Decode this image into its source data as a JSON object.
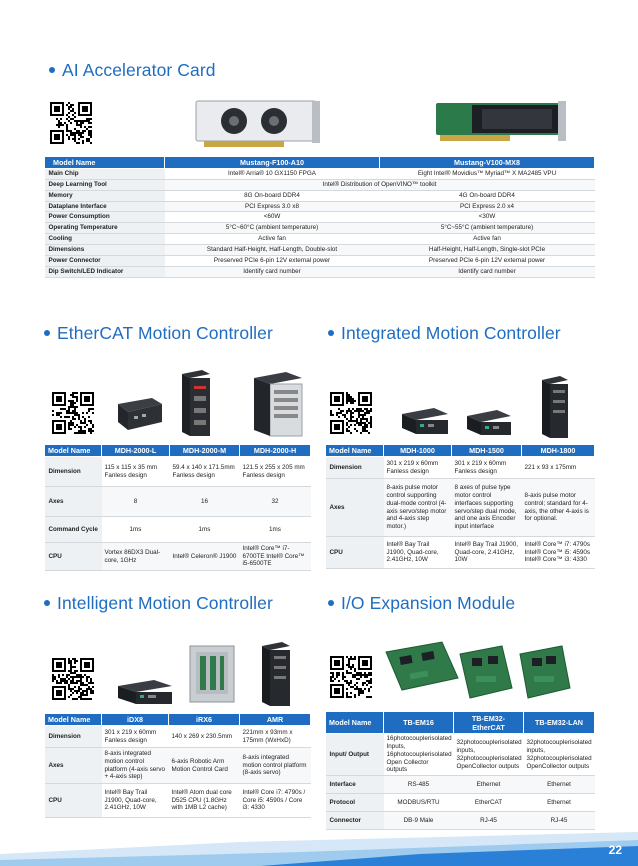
{
  "sections": {
    "ai": {
      "title": "AI Accelerator Card",
      "headers": [
        "Model Name",
        "Mustang-F100-A10",
        "Mustang-V100-MX8"
      ],
      "rows": [
        {
          "label": "Main Chip",
          "a": "Intel® Arria® 10 GX1150 FPGA",
          "b": "Eight Intel® Movidius™ Myriad™ X MA2485 VPU"
        },
        {
          "label": "Deep Learning Tool",
          "span": "Intel® Distribution of OpenVINO™ toolkit"
        },
        {
          "label": "Memory",
          "a": "8G On-board DDR4",
          "b": "4G On-board DDR4"
        },
        {
          "label": "Dataplane Interface",
          "a": "PCI Express 3.0 x8",
          "b": "PCI Express 2.0 x4"
        },
        {
          "label": "Power Consumption",
          "a": "<60W",
          "b": "<30W"
        },
        {
          "label": "Operating Temperature",
          "a": "5°C~60°C (ambient temperature)",
          "b": "5°C~55°C (ambient temperature)"
        },
        {
          "label": "Cooling",
          "a": "Active fan",
          "b": "Active fan"
        },
        {
          "label": "Dimensions",
          "a": "Standard Half-Height, Half-Length, Double-slot",
          "b": "Half-Height, Half-Length, Single-slot PCIe"
        },
        {
          "label": "Power Connector",
          "a": "Preserved PCIe 6-pin 12V external power",
          "b": "Preserved PCIe 6-pin 12V external power"
        },
        {
          "label": "Dip Switch/LED Indicator",
          "a": "Identify card number",
          "b": "Identify card number"
        }
      ]
    },
    "ethercat": {
      "title": "EtherCAT Motion Controller",
      "headers": [
        "Model Name",
        "MDH-2000-L",
        "MDH-2000-M",
        "MDH-2000-H"
      ],
      "rows": [
        {
          "label": "Dimension",
          "cells": [
            "115 x 115 x 35 mm Fanless design",
            "59.4 x 140 x 171.5mm Fanless design",
            "121.5 x 255 x 205 mm Fanless design"
          ]
        },
        {
          "label": "Axes",
          "cells": [
            "8",
            "16",
            "32"
          ]
        },
        {
          "label": "Command Cycle",
          "cells": [
            "1ms",
            "1ms",
            "1ms"
          ]
        },
        {
          "label": "CPU",
          "cells": [
            "Vortex 86DX3 Dual-core, 1GHz",
            "Intel® Celeron® J1900",
            "Intel® Core™ i7-6700TE Intel® Core™ i5-6500TE"
          ]
        }
      ]
    },
    "integrated": {
      "title": "Integrated Motion Controller",
      "headers": [
        "Model Name",
        "MDH-1000",
        "MDH-1500",
        "MDH-1800"
      ],
      "rows": [
        {
          "label": "Dimension",
          "cells": [
            "301 x 219 x 60mm Fanless design",
            "301 x 219 x 60mm Fanless design",
            "221 x 93 x 175mm"
          ]
        },
        {
          "label": "Axes",
          "cells": [
            "8-axis pulse motor control supporting dual-mode control (4-axis servo/step motor and 4-axis step motor.)",
            "8 axes of pulse type motor control interfaces supporting servo/step dual mode, and one axis Encoder input interface",
            "8-axis pulse motor control; standard for 4-axis, the other 4-axis is for optional."
          ]
        },
        {
          "label": "CPU",
          "cells": [
            "Intel® Bay Trail J1900, Quad-core, 2.41GHz, 10W",
            "Intel® Bay Trail J1900, Quad-core, 2.41GHz, 10W",
            "Intel® Core™ i7: 4790s Intel® Core™ i5: 4590s Intel® Core™ i3: 4330"
          ]
        }
      ]
    },
    "intelligent": {
      "title": "Intelligent Motion Controller",
      "headers": [
        "Model Name",
        "iDX8",
        "iRX6",
        "AMR"
      ],
      "rows": [
        {
          "label": "Dimension",
          "cells": [
            "301 x 219 x 60mm Fanless design",
            "140 x 269 x 230.5mm",
            "221mm x 93mm x 175mm (WxHxD)"
          ]
        },
        {
          "label": "Axes",
          "cells": [
            "8-axis integrated motion control platform (4-axis servo + 4-axis step)",
            "6-axis Robotic Arm Motion Control Card",
            "8-axis integrated motion control platform (8-axis servo)"
          ]
        },
        {
          "label": "CPU",
          "cells": [
            "Intel® Bay Trail J1900, Quad-core, 2.41GHz, 10W",
            "Intel® Atom dual core D525 CPU (1.8GHz with 1MB L2 cache)",
            "Intel® Core i7: 4790s / Core i5: 4590s / Core i3: 4330"
          ]
        }
      ]
    },
    "io": {
      "title": "I/O Expansion Module",
      "headers": [
        "Model Name",
        "TB-EM16",
        "TB-EM32-EtherCAT",
        "TB-EM32-LAN"
      ],
      "rows": [
        {
          "label": "Input/ Output",
          "cells": [
            "16photocouplerisolated Inputs, 16photocouplerisolated Open Collector outputs",
            "32photocouplerisolated inputs, 32photocouplerisolated OpenCollector outputs",
            "32photocouplerisolated inputs, 32photocouplerisolated OpenCollector outputs"
          ]
        },
        {
          "label": "Interface",
          "cells": [
            "RS-485",
            "Ethernet",
            "Ethernet"
          ]
        },
        {
          "label": "Protocol",
          "cells": [
            "MODBUS/RTU",
            "EtherCAT",
            "Ethernet"
          ]
        },
        {
          "label": "Connector",
          "cells": [
            "DB-9 Male",
            "RJ-45",
            "RJ-45"
          ]
        }
      ]
    }
  },
  "footer": {
    "page_number": "22"
  },
  "icons": [
    "qr-code-icon"
  ],
  "colors": {
    "accent": "#1f6dc1",
    "footer": "#2a7fd6"
  }
}
